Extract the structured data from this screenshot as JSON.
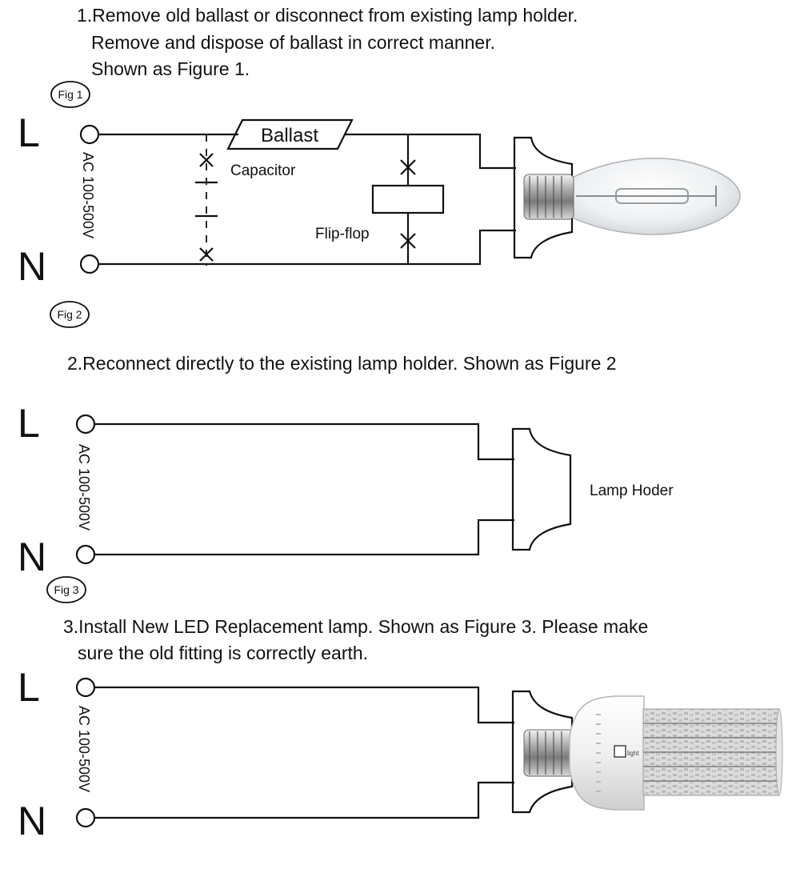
{
  "step1": {
    "line1": "1.Remove old ballast or disconnect from existing lamp holder.",
    "line2": "Remove and dispose of ballast in correct manner.",
    "line3": "Shown as Figure 1."
  },
  "step2": {
    "line1": "2.Reconnect directly to the existing lamp holder. Shown as Figure 2"
  },
  "step3": {
    "line1": "3.Install New LED Replacement lamp. Shown as Figure 3. Please make",
    "line2": "sure the old fitting is correctly earth."
  },
  "figures": {
    "fig1": "Fig 1",
    "fig2": "Fig 2",
    "fig3": "Fig 3"
  },
  "terminals": {
    "live": "L",
    "neutral": "N"
  },
  "voltage": "AC 100-500V",
  "components": {
    "ballast": "Ballast",
    "capacitor": "Capacitor",
    "flipflop": "Flip-flop",
    "lamp_holder": "Lamp Hoder"
  },
  "logo_text": "light"
}
